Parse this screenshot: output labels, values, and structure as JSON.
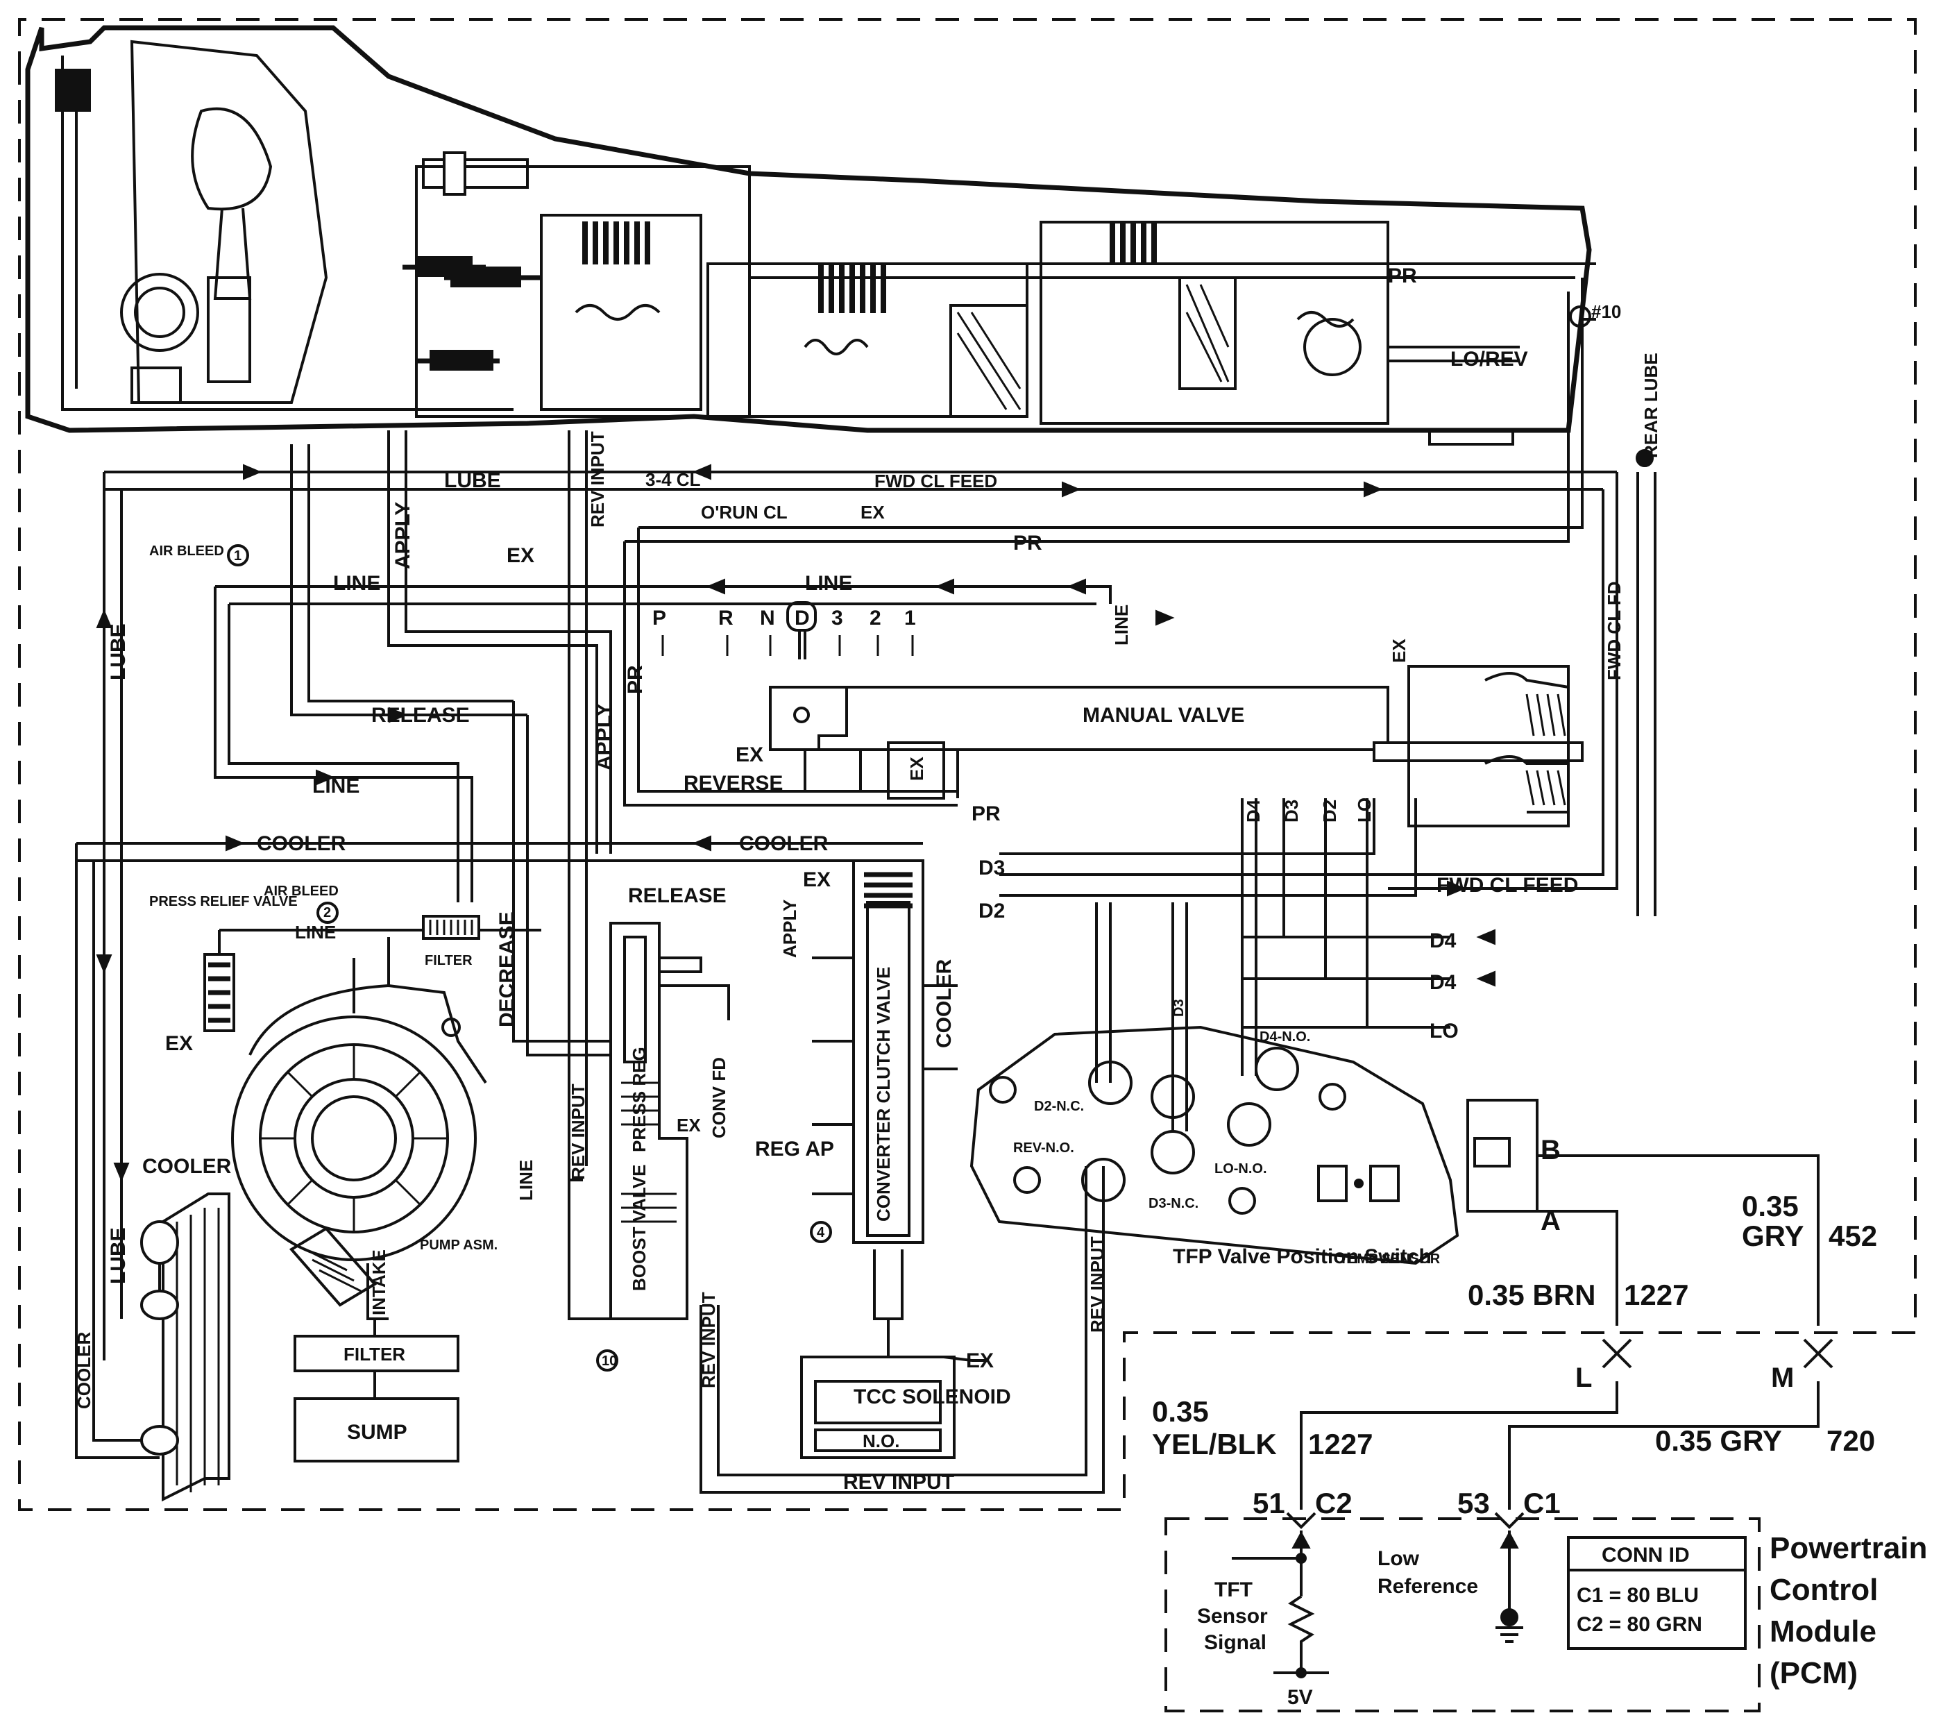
{
  "labels": {
    "pr_top": "PR",
    "check_10": "#10",
    "lo_rev": "LO/REV",
    "rear_lube": "REAR LUBE",
    "lube_top": "LUBE",
    "rev_input_top": "REV INPUT",
    "cl_34": "3-4 CL",
    "fwd_cl_feed_top": "FWD CL FEED",
    "orun_cl": "O'RUN CL",
    "ex_orun": "EX",
    "pr_mid": "PR",
    "air_bleed_1": "AIR BLEED",
    "check_1": "1",
    "line_left": "LINE",
    "apply_top": "APPLY",
    "ex_top": "EX",
    "line_mid": "LINE",
    "lube_left": "LUBE",
    "fwd_cl_fd": "FWD CL FD",
    "gear_p": "P",
    "gear_r": "R",
    "gear_n": "N",
    "gear_d": "D",
    "gear_3": "3",
    "gear_2": "2",
    "gear_1": "1",
    "line_vert": "LINE",
    "ex_right": "EX",
    "pr_left": "PR",
    "release_mid": "RELEASE",
    "apply_mid": "APPLY",
    "manual_valve": "MANUAL VALVE",
    "ex_reverse": "EX",
    "reverse": "REVERSE",
    "ex_box": "EX",
    "pr_bottom": "PR",
    "line_lower": "LINE",
    "d4_v": "D4",
    "d3_v": "D3",
    "d2_v": "D2",
    "lo_v": "LO",
    "cooler_left": "COOLER",
    "cooler_mid": "COOLER",
    "fwd_cl_feed_low": "FWD CL FEED",
    "d3_h": "D3",
    "d2_h": "D2",
    "press_relief": "PRESS RELIEF VALVE",
    "air_bleed_2": "AIR BLEED",
    "check_2": "2",
    "line_small": "LINE",
    "filter_small": "FILTER",
    "ex_tcc": "EX",
    "release_low": "RELEASE",
    "apply_low": "APPLY",
    "decrease": "DECREASE",
    "d4_h1": "D4",
    "d4_h2": "D4",
    "lo_h": "LO",
    "ex_relief": "EX",
    "cooler_vert": "COOLER",
    "conv_clutch_valve": "CONVERTER CLUTCH VALVE",
    "d4_no": "D4-N.O.",
    "d3_vert2": "D3",
    "d2_nc": "D2-N.C.",
    "press_reg": "PRESS REG",
    "conv_fd": "CONV FD",
    "ex_reg": "EX",
    "cooler_unit": "COOLER",
    "reg_ap": "REG AP",
    "rev_no": "REV-N.O.",
    "lo_no": "LO-N.O.",
    "d3_nc": "D3-N.C.",
    "line_vert2": "LINE",
    "rev_input_l": "REV INPUT",
    "boost_valve": "BOOST VALVE",
    "check_4": "4",
    "lube_low": "LUBE",
    "pump_asm": "PUMP ASM.",
    "intake": "INTAKE",
    "filter_big": "FILTER",
    "sump": "SUMP",
    "cooler_bottom": "COOLER",
    "rev_input_mid": "REV INPUT",
    "check_10b": "10",
    "rev_input_r": "REV INPUT",
    "tcc_solenoid": "TCC SOLENOID",
    "no_sol": "N.O.",
    "ex_sol": "EX",
    "rev_input_bottom": "REV INPUT",
    "tfp_switch": "TFP Valve Position Switch",
    "temp_sensor": "TEMP SENSOR",
    "pin_b": "B",
    "pin_a": "A"
  },
  "wiring": {
    "w452_gauge": "0.35",
    "w452_color": "GRY",
    "w452_circuit": "452",
    "w1227_top": "0.35 BRN",
    "w1227_top_circuit": "1227",
    "pin_l": "L",
    "pin_m": "M",
    "w1227_gauge": "0.35",
    "w1227_color": "YEL/BLK",
    "w1227_circuit": "1227",
    "w720": "0.35 GRY",
    "w720_circuit": "720",
    "pin51": "51",
    "c2": "C2",
    "pin53": "53",
    "c1": "C1"
  },
  "pcm": {
    "tft": "TFT",
    "sensor": "Sensor",
    "signal": "Signal",
    "low": "Low",
    "reference": "Reference",
    "v5": "5V",
    "conn_id": "CONN ID",
    "c1_color": "C1 = 80 BLU",
    "c2_color": "C2 = 80 GRN",
    "title_1": "Powertrain",
    "title_2": "Control",
    "title_3": "Module",
    "title_4": "(PCM)"
  }
}
